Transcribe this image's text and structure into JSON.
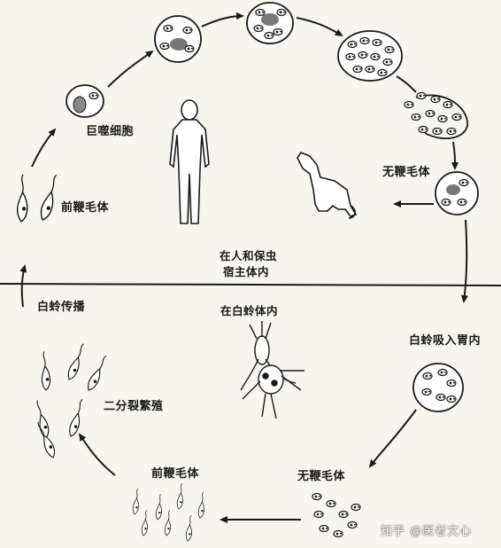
{
  "labels": {
    "macrophage": "巨噬细胞",
    "amastigote_top": "无鞭毛体",
    "promastigote_left": "前鞭毛体",
    "host_line1": "在人和保虫",
    "host_line2": "宿主体内",
    "in_sandfly": "在白蛉体内",
    "sandfly_transmit": "白蛉传播",
    "sandfly_ingest": "白蛉吸入胃内",
    "binary_fission": "二分裂繁殖",
    "promastigote_bottom": "前鞭毛体",
    "amastigote_bottom": "无鞭毛体"
  },
  "watermark": "知乎 @医者文心",
  "colors": {
    "ink": "#1a1a1a",
    "paper": "#f7f5f0"
  }
}
